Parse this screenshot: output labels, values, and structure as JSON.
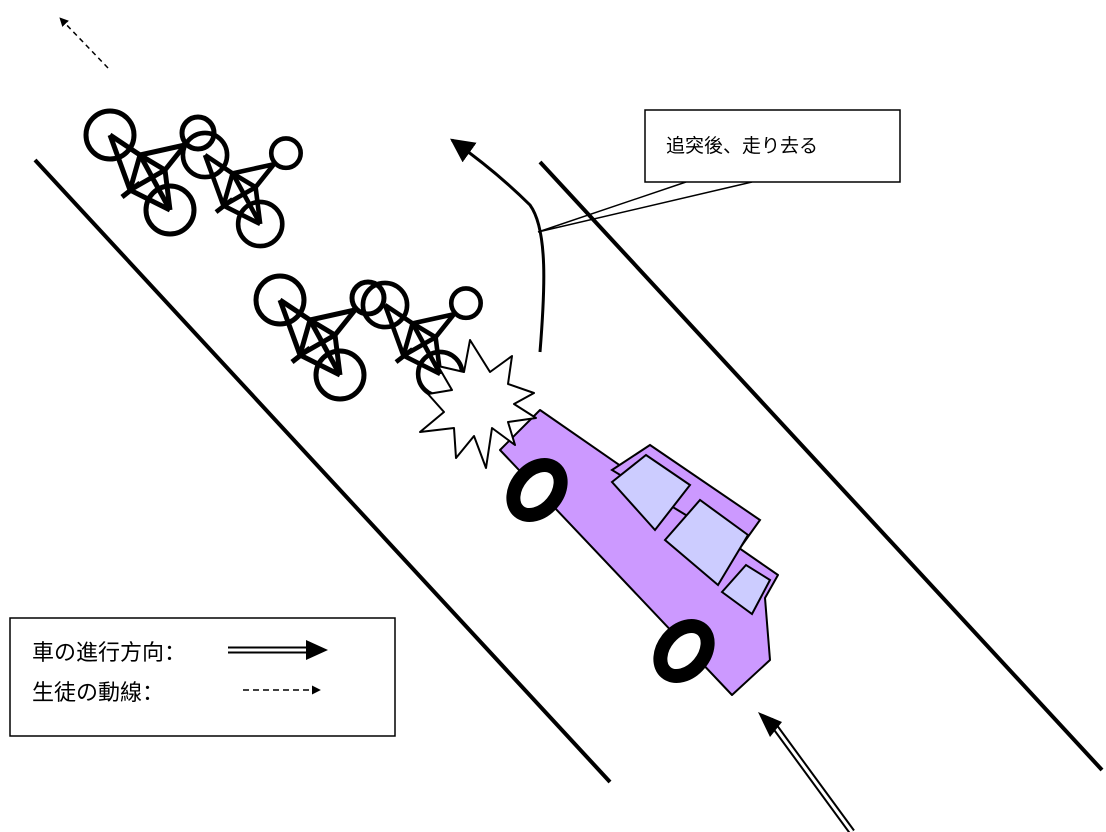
{
  "callout": {
    "text": "追突後、走り去る"
  },
  "legend": {
    "car_direction_label": "車の進行方向：",
    "student_path_label": "生徒の動線："
  },
  "colors": {
    "car_body": "#cc99ff",
    "car_window": "#ccccff",
    "line": "#000000",
    "background": "#ffffff"
  },
  "icons": [
    "bicycle-icon",
    "impact-burst-icon",
    "car-icon",
    "arrow-icon"
  ]
}
